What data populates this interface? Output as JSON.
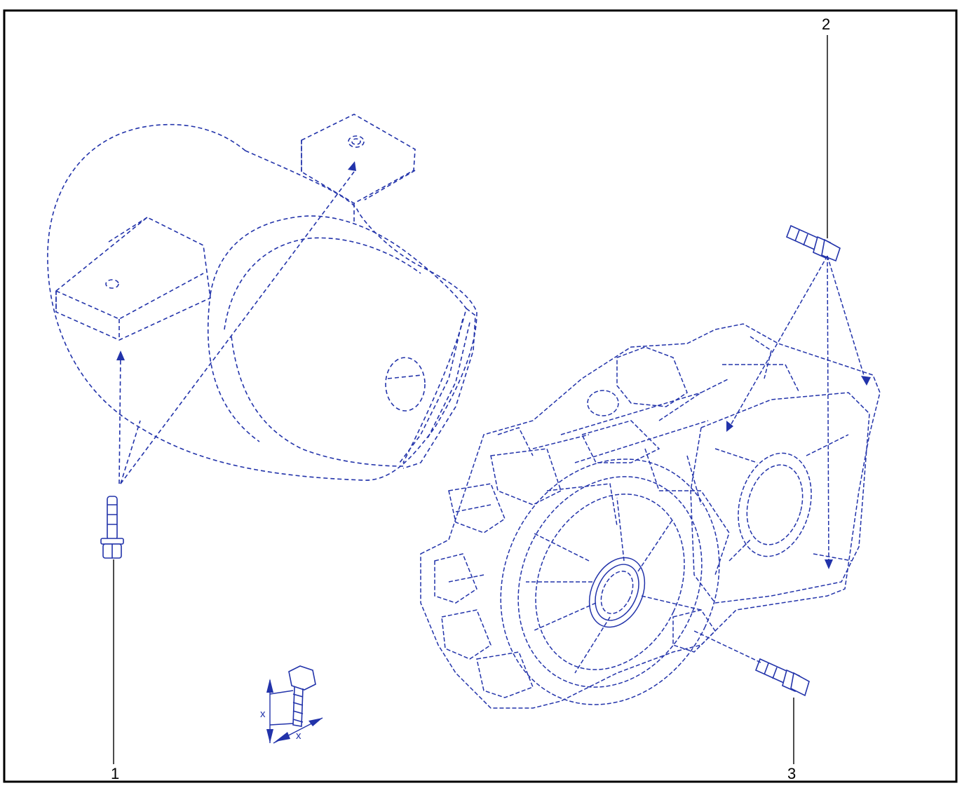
{
  "callouts": {
    "item1": "1",
    "item2": "2",
    "item3": "3"
  },
  "dimension_labels": {
    "x_length": "x",
    "x_diameter": "x"
  },
  "colors": {
    "drawing_line": "#2233aa",
    "frame": "#000000",
    "background": "#ffffff"
  }
}
